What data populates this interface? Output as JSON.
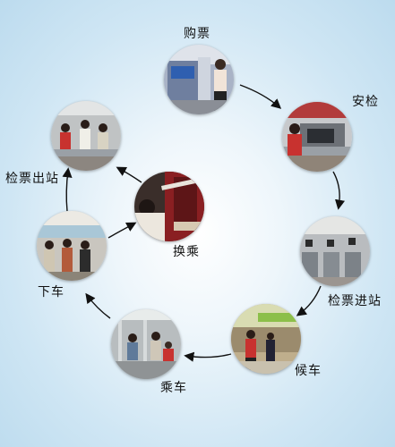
{
  "steps": [
    {
      "id": "purchase",
      "label": "购票",
      "icon": "ticket-purchase-photo"
    },
    {
      "id": "security",
      "label": "安检",
      "icon": "security-check-photo"
    },
    {
      "id": "entry",
      "label": "检票进站",
      "icon": "entry-gate-photo"
    },
    {
      "id": "waiting",
      "label": "候车",
      "icon": "platform-waiting-photo"
    },
    {
      "id": "boarding",
      "label": "乘车",
      "icon": "train-interior-photo"
    },
    {
      "id": "alighting",
      "label": "下车",
      "icon": "alighting-photo"
    },
    {
      "id": "exit",
      "label": "检票出站",
      "icon": "exit-gate-photo"
    },
    {
      "id": "transfer",
      "label": "换乘",
      "icon": "transfer-photo"
    }
  ],
  "colors": {
    "background": "#cfe6f4",
    "arrow": "#111111",
    "text": "#111111"
  }
}
